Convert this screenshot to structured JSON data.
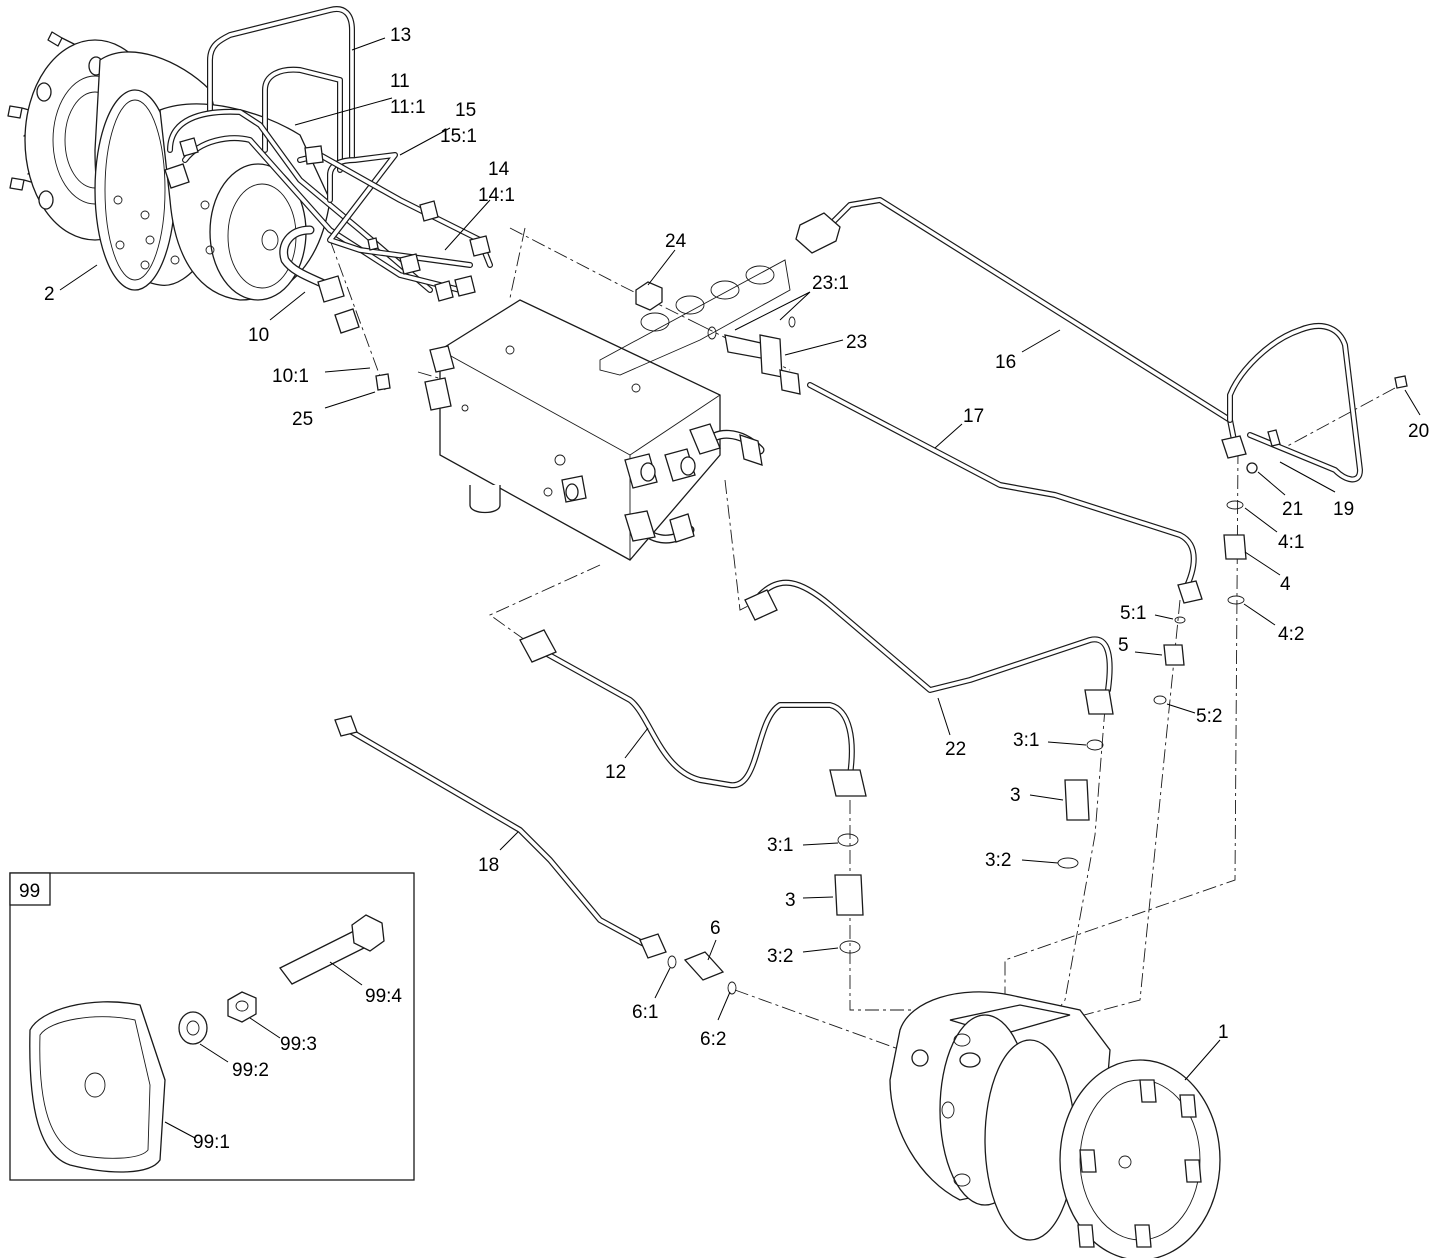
{
  "inset": {
    "label": "99"
  },
  "callouts": [
    {
      "id": "c13",
      "text": "13"
    },
    {
      "id": "c11",
      "text": "11"
    },
    {
      "id": "c11-1",
      "text": "11:1"
    },
    {
      "id": "c15",
      "text": "15"
    },
    {
      "id": "c15-1",
      "text": "15:1"
    },
    {
      "id": "c14",
      "text": "14"
    },
    {
      "id": "c14-1",
      "text": "14:1"
    },
    {
      "id": "c24",
      "text": "24"
    },
    {
      "id": "c23-1",
      "text": "23:1"
    },
    {
      "id": "c23",
      "text": "23"
    },
    {
      "id": "c16",
      "text": "16"
    },
    {
      "id": "c2",
      "text": "2"
    },
    {
      "id": "c10",
      "text": "10"
    },
    {
      "id": "c10-1",
      "text": "10:1"
    },
    {
      "id": "c25",
      "text": "25"
    },
    {
      "id": "c17",
      "text": "17"
    },
    {
      "id": "c20",
      "text": "20"
    },
    {
      "id": "c21",
      "text": "21"
    },
    {
      "id": "c19",
      "text": "19"
    },
    {
      "id": "c4-1",
      "text": "4:1"
    },
    {
      "id": "c4",
      "text": "4"
    },
    {
      "id": "c4-2",
      "text": "4:2"
    },
    {
      "id": "c5-1",
      "text": "5:1"
    },
    {
      "id": "c5",
      "text": "5"
    },
    {
      "id": "c5-2",
      "text": "5:2"
    },
    {
      "id": "c22",
      "text": "22"
    },
    {
      "id": "c12",
      "text": "12"
    },
    {
      "id": "c3-1a",
      "text": "3:1"
    },
    {
      "id": "c3a",
      "text": "3"
    },
    {
      "id": "c3-2a",
      "text": "3:2"
    },
    {
      "id": "c3-1b",
      "text": "3:1"
    },
    {
      "id": "c3b",
      "text": "3"
    },
    {
      "id": "c3-2b",
      "text": "3:2"
    },
    {
      "id": "c18",
      "text": "18"
    },
    {
      "id": "c6",
      "text": "6"
    },
    {
      "id": "c6-1",
      "text": "6:1"
    },
    {
      "id": "c6-2",
      "text": "6:2"
    },
    {
      "id": "c1",
      "text": "1"
    },
    {
      "id": "c99-4",
      "text": "99:4"
    },
    {
      "id": "c99-3",
      "text": "99:3"
    },
    {
      "id": "c99-2",
      "text": "99:2"
    },
    {
      "id": "c99-1",
      "text": "99:1"
    }
  ]
}
